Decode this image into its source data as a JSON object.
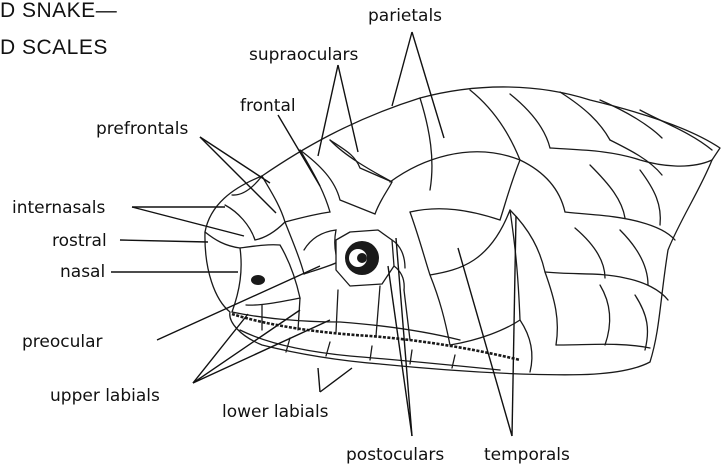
{
  "title": {
    "line1": "D SNAKE—",
    "line2": "D SCALES"
  },
  "labels": {
    "parietals": "parietals",
    "supraoculars": "supraoculars",
    "frontal": "frontal",
    "prefrontals": "prefrontals",
    "internasals": "internasals",
    "rostral": "rostral",
    "nasal": "nasal",
    "preocular": "preocular",
    "upper_labials": "upper labials",
    "lower_labials": "lower labials",
    "postoculars": "postoculars",
    "temporals": "temporals"
  }
}
